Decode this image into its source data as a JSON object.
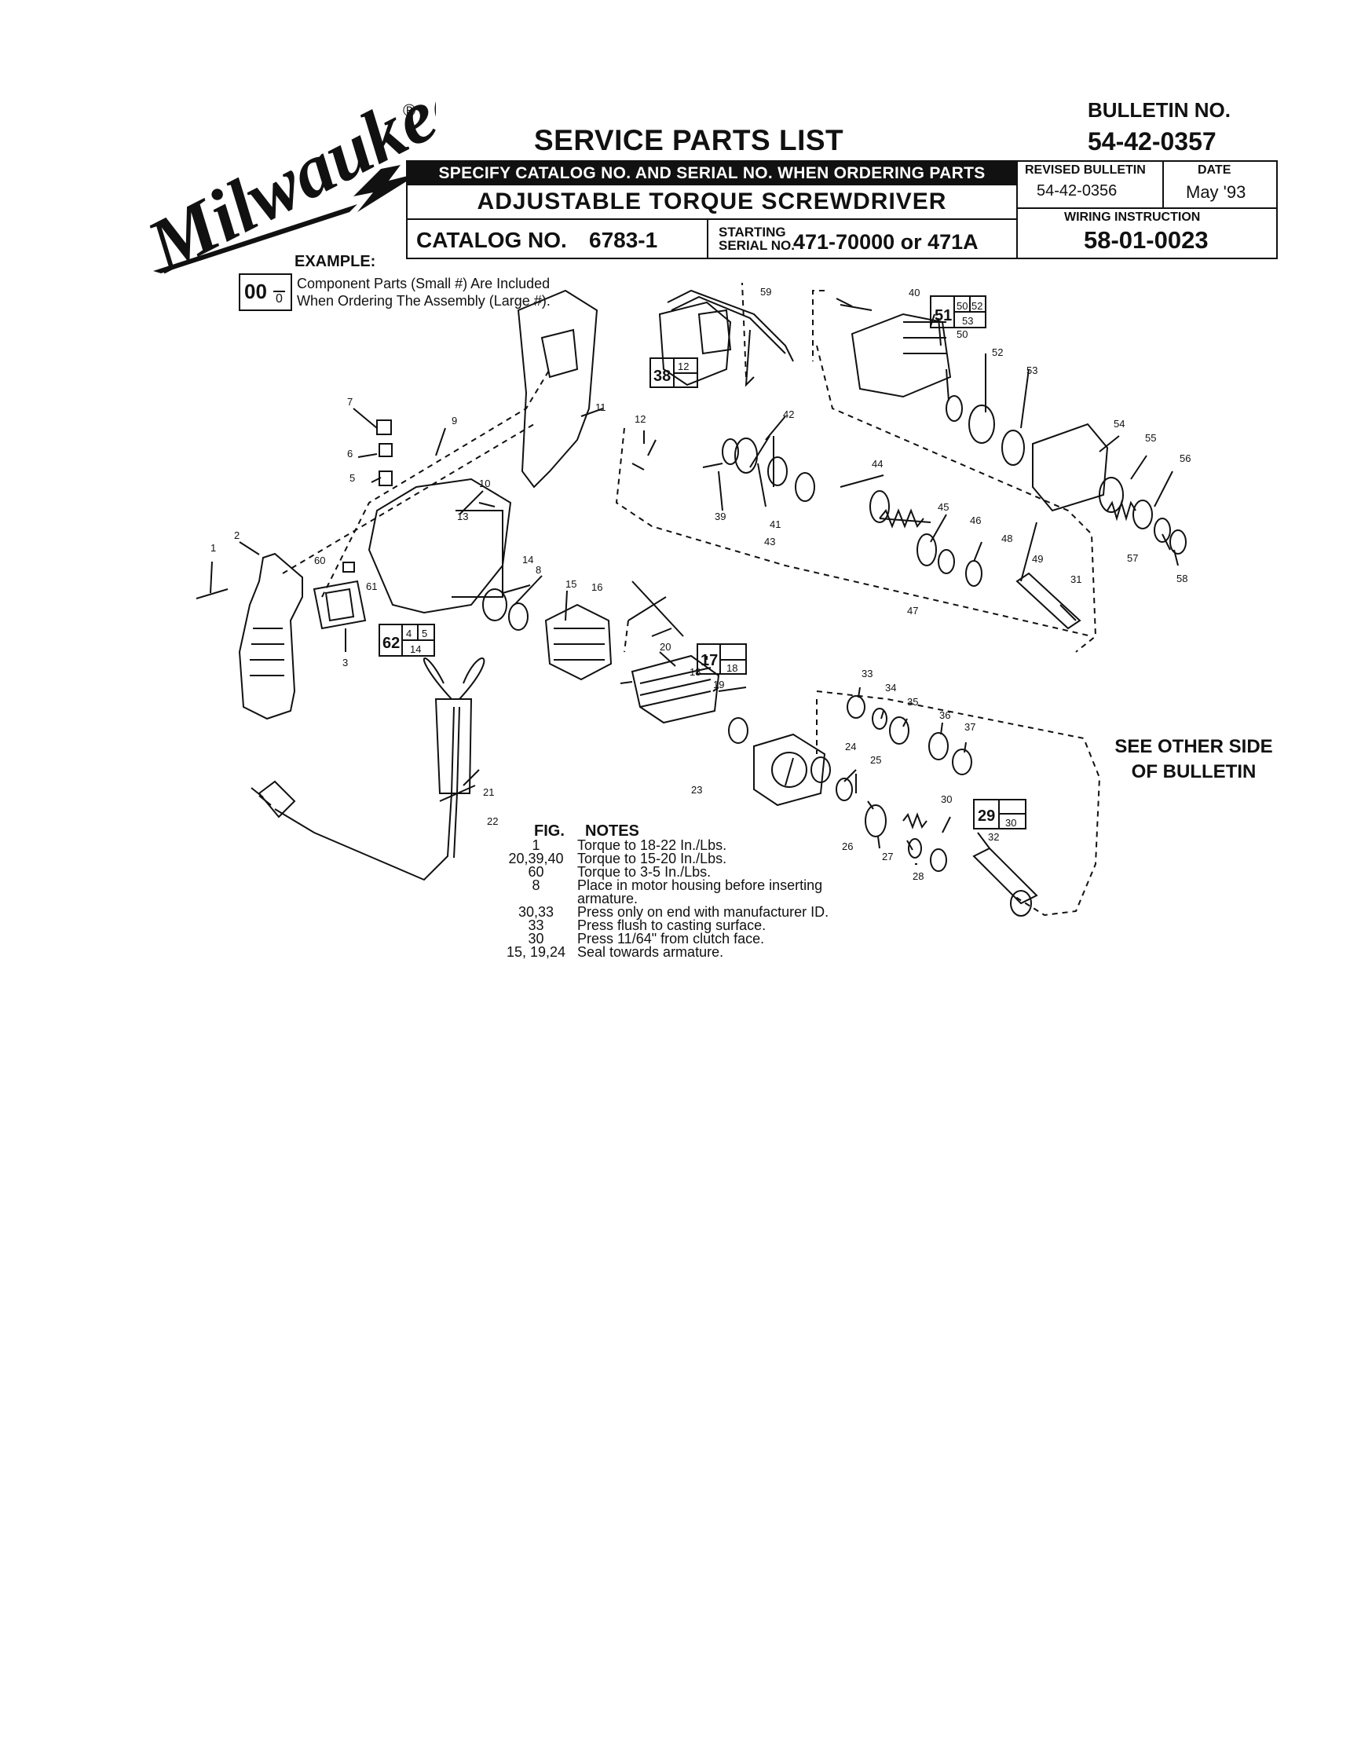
{
  "brand": "Milwaukee",
  "registered_mark": "®",
  "title": "SERVICE PARTS LIST",
  "bulletin": {
    "label": "BULLETIN NO.",
    "number": "54-42-0357"
  },
  "order_notice": "SPECIFY CATALOG NO. AND SERIAL NO. WHEN ORDERING PARTS",
  "product_name": "ADJUSTABLE  TORQUE SCREWDRIVER",
  "catalog": {
    "label": "CATALOG NO.",
    "number": "6783-1"
  },
  "serial": {
    "label_line1": "STARTING",
    "label_line2": "SERIAL NO.",
    "value": "471-70000 or 471A"
  },
  "revised": {
    "label": "REVISED BULLETIN",
    "value": "54-42-0356"
  },
  "date": {
    "label": "DATE",
    "value": "May '93"
  },
  "wiring": {
    "label": "WIRING INSTRUCTION",
    "value": "58-01-0023"
  },
  "example": {
    "label": "EXAMPLE:",
    "big": "00",
    "small": "0",
    "line1": "Component Parts (Small #) Are Included",
    "line2": "When Ordering The Assembly (Large #)."
  },
  "see_other": {
    "line1": "SEE OTHER SIDE",
    "line2": "OF BULLETIN"
  },
  "notes": {
    "fig_header": "FIG.",
    "notes_header": "NOTES",
    "rows": [
      {
        "fig": "1",
        "text": "Torque to 18-22 In./Lbs."
      },
      {
        "fig": "20,39,40",
        "text": "Torque to 15-20 In./Lbs."
      },
      {
        "fig": "60",
        "text": "Torque to 3-5 In./Lbs."
      },
      {
        "fig": "8",
        "text": "Place in motor housing before inserting"
      },
      {
        "fig": "",
        "text": "armature."
      },
      {
        "fig": "30,33",
        "text": "Press only on end with manufacturer ID."
      },
      {
        "fig": "33",
        "text": "Press flush to casting surface."
      },
      {
        "fig": "30",
        "text": "Press 11/64\" from clutch face."
      },
      {
        "fig": "15, 19,24",
        "text": "Seal towards armature."
      }
    ]
  },
  "assemblies": [
    {
      "big": "51",
      "small": [
        "50",
        "52",
        "53"
      ]
    },
    {
      "big": "38",
      "small": [
        "12"
      ]
    },
    {
      "big": "62",
      "small": [
        "4",
        "5",
        "14"
      ]
    },
    {
      "big": "17",
      "small": [
        "18"
      ]
    },
    {
      "big": "29",
      "small": [
        "30"
      ]
    }
  ],
  "part_numbers": [
    "1",
    "2",
    "3",
    "5",
    "6",
    "7",
    "8",
    "9",
    "10",
    "11",
    "12",
    "13",
    "14",
    "15",
    "16",
    "18",
    "19",
    "20",
    "21",
    "22",
    "23",
    "24",
    "25",
    "26",
    "27",
    "28",
    "30",
    "31",
    "32",
    "33",
    "34",
    "35",
    "36",
    "37",
    "39",
    "40",
    "41",
    "42",
    "43",
    "44",
    "45",
    "46",
    "47",
    "48",
    "49",
    "50",
    "52",
    "53",
    "54",
    "55",
    "56",
    "57",
    "58",
    "59",
    "60",
    "61"
  ]
}
